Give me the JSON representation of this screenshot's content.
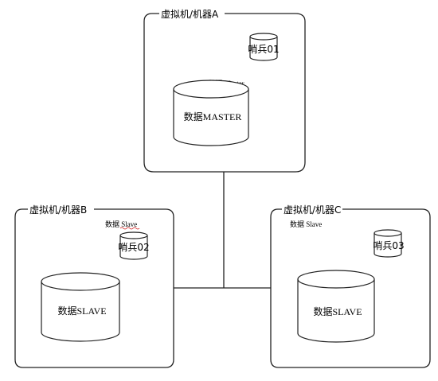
{
  "machines": {
    "a": {
      "title": "虚拟机/机器A",
      "sentinel": "哨兵01",
      "db_caption": "数据 Master",
      "db_label": "数据MASTER"
    },
    "b": {
      "title": "虚拟机/机器B",
      "db_caption": "数据 Slave",
      "sentinel": "哨兵02",
      "db_label": "数据SLAVE"
    },
    "c": {
      "title": "虚拟机/机器C",
      "db_caption": "数据 Slave",
      "sentinel": "哨兵03",
      "db_label": "数据SLAVE"
    }
  },
  "colors": {
    "stroke": "#222222",
    "spellcheck_underline": "#d11a1a"
  }
}
